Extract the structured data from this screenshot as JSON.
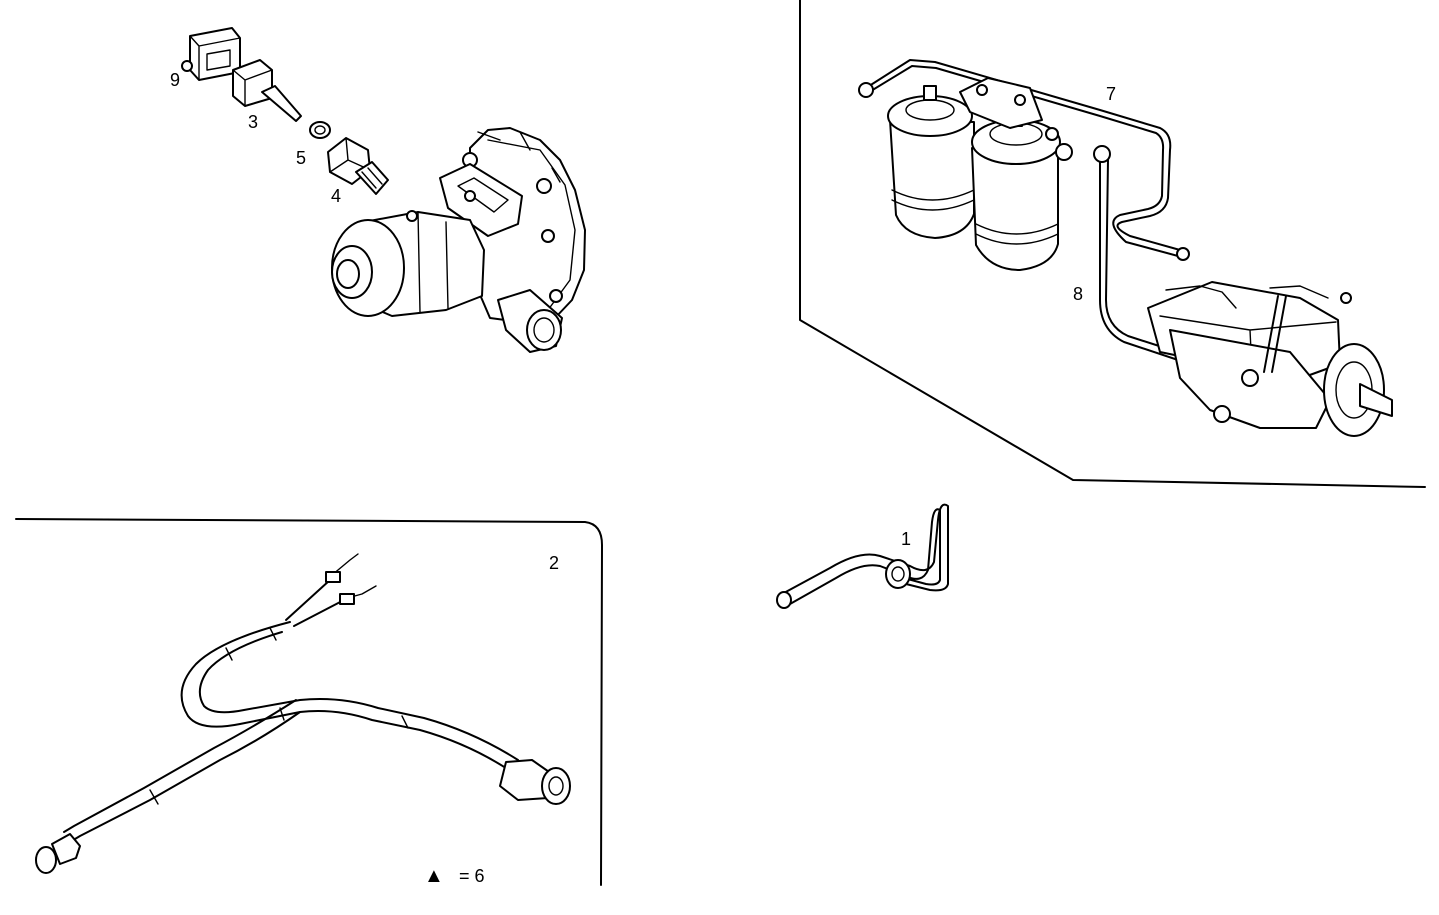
{
  "callouts": {
    "c1": "1",
    "c2": "2",
    "c3": "3",
    "c4": "4",
    "c5": "5",
    "c7": "7",
    "c8": "8",
    "c9": "9"
  },
  "legend": {
    "symbol": "▲",
    "text": "= 6"
  }
}
